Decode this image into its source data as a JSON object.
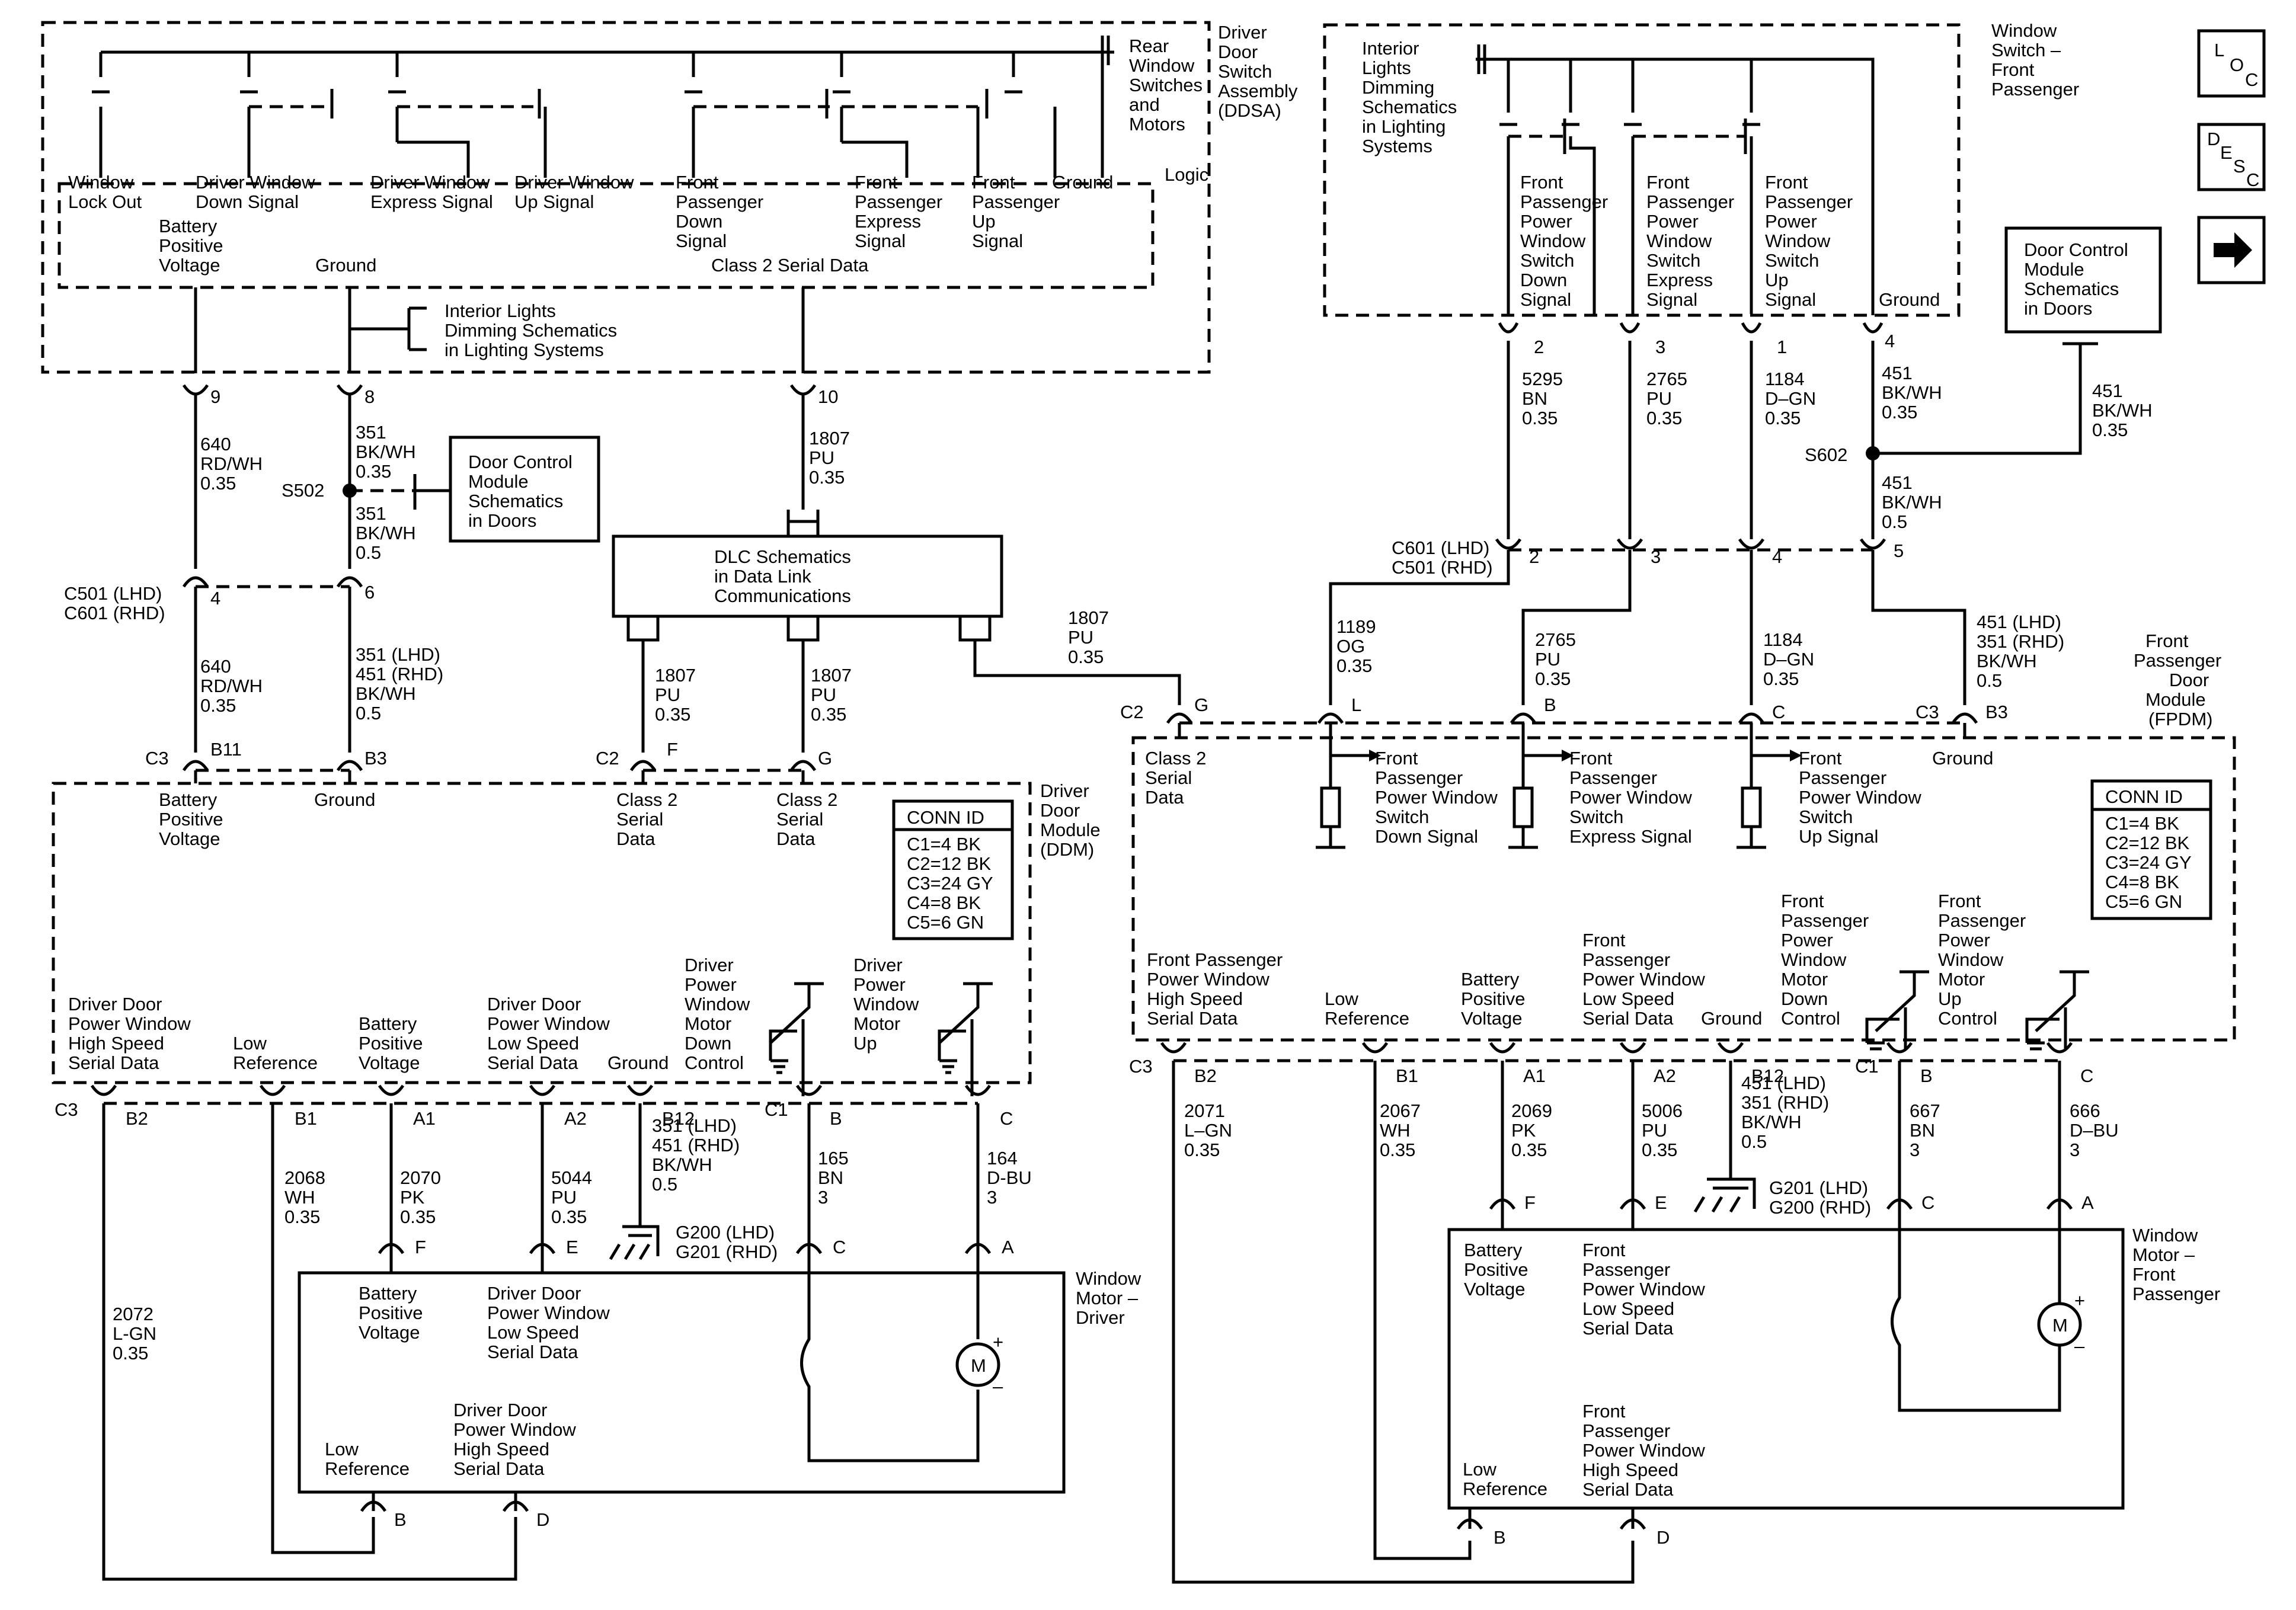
{
  "nav": {
    "loc": [
      "L",
      "O",
      "C"
    ],
    "desc": [
      "D",
      "E",
      "S",
      "C"
    ],
    "next_icon": "arrow-right-icon"
  },
  "ddsa": {
    "title": [
      "Driver",
      "Door",
      "Switch",
      "Assembly",
      "(DDSA)"
    ],
    "rear_switches": [
      "Rear",
      "Window",
      "Switches",
      "and",
      "Motors"
    ],
    "logic": "Logic",
    "labels": {
      "lockout": [
        "Window",
        "Lock Out"
      ],
      "drv_down": [
        "Driver Window",
        "Down Signal"
      ],
      "drv_express": [
        "Driver Window",
        "Express Signal"
      ],
      "drv_up": [
        "Driver Window",
        "Up Signal"
      ],
      "fp_down": [
        "Front",
        "Passenger",
        "Down",
        "Signal"
      ],
      "fp_express": [
        "Front",
        "Passenger",
        "Express",
        "Signal"
      ],
      "fp_up": [
        "Front",
        "Passenger",
        "Up",
        "Signal"
      ],
      "ground": [
        "Ground"
      ],
      "battery": [
        "Battery",
        "Positive",
        "Voltage"
      ],
      "ground2": [
        "Ground"
      ],
      "serial": [
        "Class 2 Serial Data"
      ]
    },
    "interior_lights": [
      "Interior Lights",
      "Dimming Schematics",
      "in Lighting Systems"
    ],
    "pins": [
      "9",
      "8",
      "10"
    ]
  },
  "left_wires": {
    "w640": [
      "640",
      "RD/WH",
      "0.35"
    ],
    "w351a": [
      "351",
      "BK/WH",
      "0.35"
    ],
    "w351b": [
      "351",
      "BK/WH",
      "0.5"
    ],
    "w1807a": [
      "1807",
      "PU",
      "0.35"
    ],
    "s502": "S502",
    "door_ctrl": [
      "Door Control",
      "Module",
      "Schematics",
      "in Doors"
    ],
    "dlc": [
      "DLC Schematics",
      "in Data Link",
      "Communications"
    ],
    "c501": [
      "C501 (LHD)",
      "C601 (RHD)"
    ],
    "c501_pins": [
      "4",
      "6"
    ],
    "w640b": [
      "640",
      "RD/WH",
      "0.35"
    ],
    "w351c": [
      "351 (LHD)",
      "451 (RHD)",
      "BK/WH",
      "0.5"
    ],
    "w1807b": [
      "1807",
      "PU",
      "0.35"
    ],
    "w1807c": [
      "1807",
      "PU",
      "0.35"
    ],
    "w1807d": [
      "1807",
      "PU",
      "0.35"
    ]
  },
  "ddm": {
    "title": [
      "Driver",
      "Door",
      "Module",
      "(DDM)"
    ],
    "top_conn": [
      "C3",
      "B11",
      "B3",
      "C2",
      "F",
      "G"
    ],
    "top_labels": {
      "battery": [
        "Battery",
        "Positive",
        "Voltage"
      ],
      "ground": [
        "Ground"
      ],
      "serial1": [
        "Class 2",
        "Serial",
        "Data"
      ],
      "serial2": [
        "Class 2",
        "Serial",
        "Data"
      ]
    },
    "conn_id": {
      "title": "CONN ID",
      "rows": [
        "C1=4 BK",
        "C2=12 BK",
        "C3=24 GY",
        "C4=8 BK",
        "C5=6 GN"
      ]
    },
    "bottom_labels": {
      "hs": [
        "Driver Door",
        "Power Window",
        "High Speed",
        "Serial Data"
      ],
      "lowref": [
        "Low",
        "Reference"
      ],
      "batt": [
        "Battery",
        "Positive",
        "Voltage"
      ],
      "ls": [
        "Driver Door",
        "Power Window",
        "Low Speed",
        "Serial Data"
      ],
      "gnd": [
        "Ground"
      ],
      "down": [
        "Driver",
        "Power",
        "Window",
        "Motor",
        "Down",
        "Control"
      ],
      "up": [
        "Driver",
        "Power",
        "Window",
        "Motor",
        "Up",
        "Control"
      ]
    },
    "bottom_pins": [
      "C3",
      "B2",
      "B1",
      "A1",
      "A2",
      "B12",
      "C1",
      "B",
      "C"
    ]
  },
  "ddm_wires": {
    "w2072": [
      "2072",
      "L-GN",
      "0.35"
    ],
    "w2068": [
      "2068",
      "WH",
      "0.35"
    ],
    "w2070": [
      "2070",
      "PK",
      "0.35"
    ],
    "w5044": [
      "5044",
      "PU",
      "0.35"
    ],
    "w351": [
      "351 (LHD)",
      "451 (RHD)",
      "BK/WH",
      "0.5"
    ],
    "w165": [
      "165",
      "BN",
      "3"
    ],
    "w164": [
      "164",
      "D-BU",
      "3"
    ],
    "g200": [
      "G200 (LHD)",
      "G201 (RHD)"
    ]
  },
  "motor_driver": {
    "title": [
      "Window",
      "Motor –",
      "Driver"
    ],
    "pins_top": [
      "F",
      "E",
      "C",
      "A"
    ],
    "batt": [
      "Battery",
      "Positive",
      "Voltage"
    ],
    "ls": [
      "Driver Door",
      "Power Window",
      "Low Speed",
      "Serial Data"
    ],
    "hs": [
      "Driver Door",
      "Power Window",
      "High Speed",
      "Serial Data"
    ],
    "lowref": [
      "Low",
      "Reference"
    ],
    "pins_bottom": [
      "B",
      "D"
    ],
    "motor": "M",
    "plus": "+",
    "minus": "–"
  },
  "fp_switch": {
    "title": [
      "Window",
      "Switch –",
      "Front",
      "Passenger"
    ],
    "interior": [
      "Interior",
      "Lights",
      "Dimming",
      "Schematics",
      "in Lighting",
      "Systems"
    ],
    "down": [
      "Front",
      "Passenger",
      "Power",
      "Window",
      "Switch",
      "Down",
      "Signal"
    ],
    "express": [
      "Front",
      "Passenger",
      "Power",
      "Window",
      "Switch",
      "Express",
      "Signal"
    ],
    "up": [
      "Front",
      "Passenger",
      "Power",
      "Window",
      "Switch",
      "Up",
      "Signal"
    ],
    "ground": [
      "Ground"
    ],
    "pins": [
      "2",
      "3",
      "1",
      "4"
    ]
  },
  "right_wires": {
    "w5295": [
      "5295",
      "BN",
      "0.35"
    ],
    "w2765": [
      "2765",
      "PU",
      "0.35"
    ],
    "w1184": [
      "1184",
      "D–GN",
      "0.35"
    ],
    "w451a": [
      "451",
      "BK/WH",
      "0.35"
    ],
    "w451b": [
      "451",
      "BK/WH",
      "0.35"
    ],
    "w451c": [
      "451",
      "BK/WH",
      "0.5"
    ],
    "s602": "S602",
    "door_ctrl": [
      "Door Control",
      "Module",
      "Schematics",
      "in Doors"
    ],
    "c601": [
      "C601 (LHD)",
      "C501 (RHD)"
    ],
    "c601_pins": [
      "2",
      "3",
      "4",
      "5"
    ],
    "w1189": [
      "1189",
      "OG",
      "0.35"
    ],
    "w2765b": [
      "2765",
      "PU",
      "0.35"
    ],
    "w1184b": [
      "1184",
      "D–GN",
      "0.35"
    ],
    "w451d": [
      "451 (LHD)",
      "351 (RHD)",
      "BK/WH",
      "0.5"
    ],
    "w1807e": [
      "1807",
      "PU",
      "0.35"
    ]
  },
  "fpdm": {
    "title": [
      "Front",
      "Passenger",
      "Door",
      "Module",
      "(FPDM)"
    ],
    "top_conn": [
      "C2",
      "G",
      "L",
      "B",
      "C",
      "C3",
      "B3"
    ],
    "serial": [
      "Class 2",
      "Serial",
      "Data"
    ],
    "sig_down": [
      "Front",
      "Passenger",
      "Power Window",
      "Switch",
      "Down Signal"
    ],
    "sig_express": [
      "Front",
      "Passenger",
      "Power Window",
      "Switch",
      "Express Signal"
    ],
    "sig_up": [
      "Front",
      "Passenger",
      "Power Window",
      "Switch",
      "Up Signal"
    ],
    "ground": [
      "Ground"
    ],
    "conn_id": {
      "title": "CONN ID",
      "rows": [
        "C1=4 BK",
        "C2=12 BK",
        "C3=24 GY",
        "C4=8 BK",
        "C5=6 GN"
      ]
    },
    "bottom_labels": {
      "hs": [
        "Front Passenger",
        "Power Window",
        "High Speed",
        "Serial Data"
      ],
      "lowref": [
        "Low",
        "Reference"
      ],
      "batt": [
        "Battery",
        "Positive",
        "Voltage"
      ],
      "ls": [
        "Front",
        "Passenger",
        "Power Window",
        "Low Speed",
        "Serial Data"
      ],
      "gnd": [
        "Ground"
      ],
      "down": [
        "Front",
        "Passenger",
        "Power",
        "Window",
        "Motor",
        "Down",
        "Control"
      ],
      "up": [
        "Front",
        "Passenger",
        "Power",
        "Window",
        "Motor",
        "Up",
        "Control"
      ]
    },
    "bottom_pins": [
      "C3",
      "B2",
      "B1",
      "A1",
      "A2",
      "B12",
      "C1",
      "B",
      "C"
    ]
  },
  "fpdm_wires": {
    "w2071": [
      "2071",
      "L–GN",
      "0.35"
    ],
    "w2067": [
      "2067",
      "WH",
      "0.35"
    ],
    "w2069": [
      "2069",
      "PK",
      "0.35"
    ],
    "w5006": [
      "5006",
      "PU",
      "0.35"
    ],
    "w451": [
      "451 (LHD)",
      "351 (RHD)",
      "BK/WH",
      "0.5"
    ],
    "w667": [
      "667",
      "BN",
      "3"
    ],
    "w666": [
      "666",
      "D–BU",
      "3"
    ],
    "g201": [
      "G201 (LHD)",
      "G200 (RHD)"
    ]
  },
  "motor_fp": {
    "title": [
      "Window",
      "Motor –",
      "Front",
      "Passenger"
    ],
    "pins_top": [
      "F",
      "E",
      "C",
      "A"
    ],
    "batt": [
      "Battery",
      "Positive",
      "Voltage"
    ],
    "ls": [
      "Front",
      "Passenger",
      "Power Window",
      "Low Speed",
      "Serial Data"
    ],
    "hs": [
      "Front",
      "Passenger",
      "Power Window",
      "High Speed",
      "Serial Data"
    ],
    "lowref": [
      "Low",
      "Reference"
    ],
    "pins_bottom": [
      "B",
      "D"
    ],
    "motor": "M",
    "plus": "+",
    "minus": "–"
  }
}
